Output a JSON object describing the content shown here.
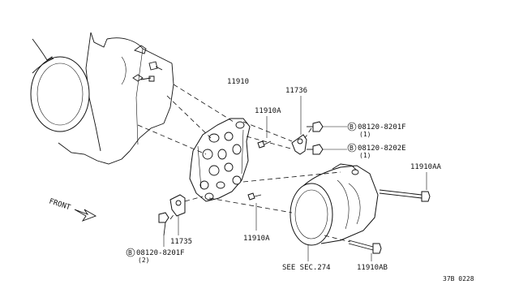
{
  "diagram": {
    "labels": {
      "bracket": "11910",
      "stud_top": "11910A",
      "spacer_right": "11736",
      "bolt_top_code": "B",
      "bolt_top_num": "08120-8201F",
      "bolt_top_qty": "(1)",
      "bolt_mid_code": "B",
      "bolt_mid_num": "08120-8202E",
      "bolt_mid_qty": "(1)",
      "long_bolt": "11910AA",
      "front": "FRONT",
      "spacer_left": "11735",
      "bolt_bottom_code": "B",
      "bolt_bottom_num": "08120-8201F",
      "bolt_bottom_qty": "(2)",
      "stud_bottom": "11910A",
      "see_sec": "SEE SEC.274",
      "bolt_comp": "11910AB",
      "ref_code": "37B 0228"
    }
  }
}
